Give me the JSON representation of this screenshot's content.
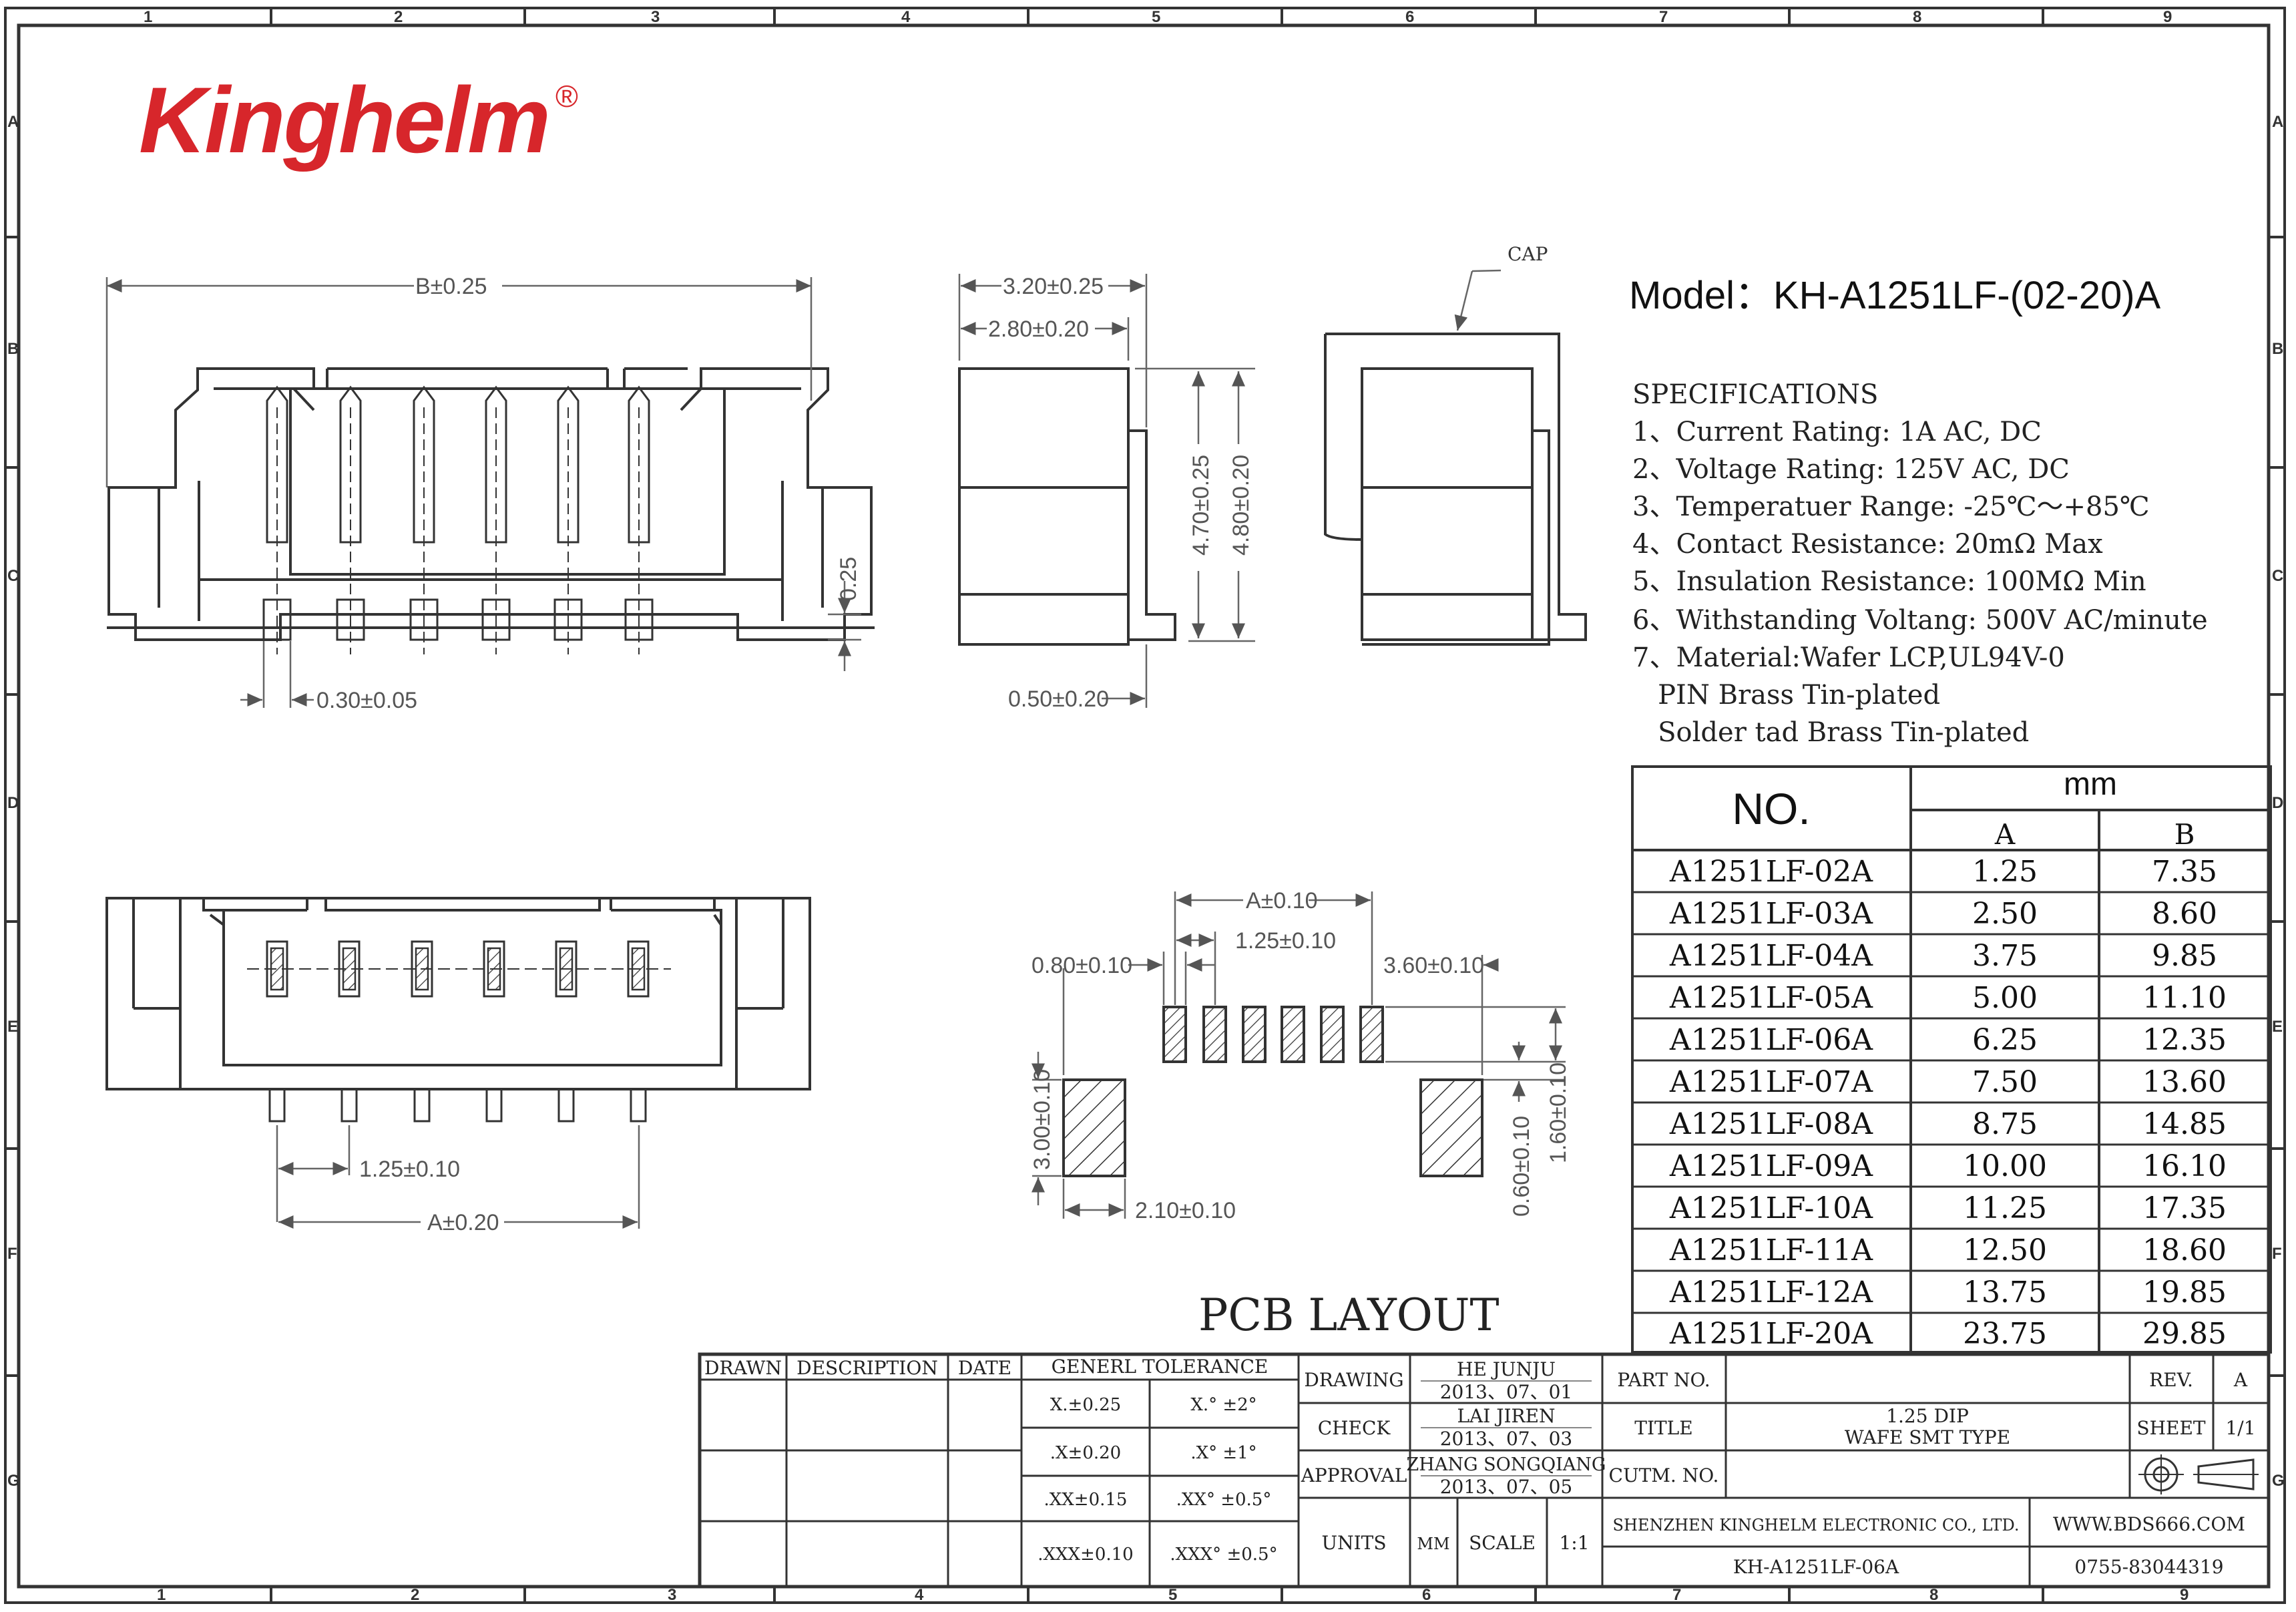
{
  "brand": {
    "name": "Kinghelm",
    "reg": "®",
    "color": "#d7262b"
  },
  "model": "Model：KH-A1251LF-(02-20)A",
  "specs": {
    "title": "SPECIFICATIONS",
    "lines": [
      "1、Current Rating: 1A AC, DC",
      "2、Voltage Rating: 125V AC, DC",
      "3、Temperatuer Range: -25℃～+85℃",
      "4、Contact Resistance: 20mΩ Max",
      "5、Insulation Resistance: 100MΩ Min",
      "6、Withstanding Voltang: 500V AC/minute",
      "7、Material:Wafer LCP,UL94V-0",
      "   PIN Brass Tin-plated",
      "   Solder tad Brass Tin-plated"
    ]
  },
  "dimensions": {
    "b": "B±0.25",
    "w320": "3.20±0.25",
    "w280": "2.80±0.20",
    "cap": "CAP",
    "t025": "0.25",
    "h470": "4.70±0.25",
    "h480": "4.80±0.20",
    "p030": "0.30±0.05",
    "p050": "0.50±0.20",
    "p125": "1.25±0.10",
    "a020": "A±0.20",
    "pcb_a": "A±0.10",
    "pcb_125": "1.25±0.10",
    "pcb_080": "0.80±0.10",
    "pcb_360": "3.60±0.10",
    "pcb_300": "3.00±0.10",
    "pcb_210": "2.10±0.10",
    "pcb_160": "1.60±0.10",
    "pcb_060": "0.60±0.10"
  },
  "pcb_layout_label": "PCB LAYOUT",
  "table": {
    "no_header": "NO.",
    "unit": "mm",
    "col_a": "A",
    "col_b": "B",
    "rows": [
      {
        "no": "A1251LF-02A",
        "a": "1.25",
        "b": "7.35"
      },
      {
        "no": "A1251LF-03A",
        "a": "2.50",
        "b": "8.60"
      },
      {
        "no": "A1251LF-04A",
        "a": "3.75",
        "b": "9.85"
      },
      {
        "no": "A1251LF-05A",
        "a": "5.00",
        "b": "11.10"
      },
      {
        "no": "A1251LF-06A",
        "a": "6.25",
        "b": "12.35"
      },
      {
        "no": "A1251LF-07A",
        "a": "7.50",
        "b": "13.60"
      },
      {
        "no": "A1251LF-08A",
        "a": "8.75",
        "b": "14.85"
      },
      {
        "no": "A1251LF-09A",
        "a": "10.00",
        "b": "16.10"
      },
      {
        "no": "A1251LF-10A",
        "a": "11.25",
        "b": "17.35"
      },
      {
        "no": "A1251LF-11A",
        "a": "12.50",
        "b": "18.60"
      },
      {
        "no": "A1251LF-12A",
        "a": "13.75",
        "b": "19.85"
      },
      {
        "no": "A1251LF-20A",
        "a": "23.75",
        "b": "29.85"
      }
    ]
  },
  "title_block": {
    "drawn": "DRAWN",
    "description": "DESCRIPTION",
    "date": "DATE",
    "gen_tol": "GENERL TOLERANCE",
    "tol": [
      "X.±0.25",
      "X.° ±2°",
      ".X±0.20",
      ".X° ±1°",
      ".XX±0.15",
      ".XX° ±0.5°",
      ".XXX±0.10",
      ".XXX° ±0.5°"
    ],
    "drawing": "DRAWING",
    "drawing_name": "HE JUNJU",
    "drawing_date": "2013、07、01",
    "check": "CHECK",
    "check_name": "LAI JIREN",
    "check_date": "2013、07、03",
    "approval": "APPROVAL",
    "approval_name": "ZHANG SONGQIANG",
    "approval_date": "2013、07、05",
    "units": "UNITS",
    "mm": "MM",
    "scale": "SCALE",
    "scale_val": "1:1",
    "part_no": "PART NO.",
    "title": "TITLE",
    "title_line1": "1.25 DIP",
    "title_line2": "WAFE SMT TYPE",
    "cutm_no": "CUTM. NO.",
    "rev": "REV.",
    "rev_val": "A",
    "sheet": "SHEET",
    "sheet_val": "1/1",
    "company": "SHENZHEN KINGHELM ELECTRONIC CO., LTD.",
    "www": "WWW.BDS666.COM",
    "drawing_no": "KH-A1251LF-06A",
    "phone": "0755-83044319"
  },
  "frame": {
    "cols": [
      "1",
      "2",
      "3",
      "4",
      "5",
      "6",
      "7",
      "8",
      "9"
    ],
    "rows": [
      "A",
      "B",
      "C",
      "D",
      "E",
      "F",
      "G"
    ]
  }
}
